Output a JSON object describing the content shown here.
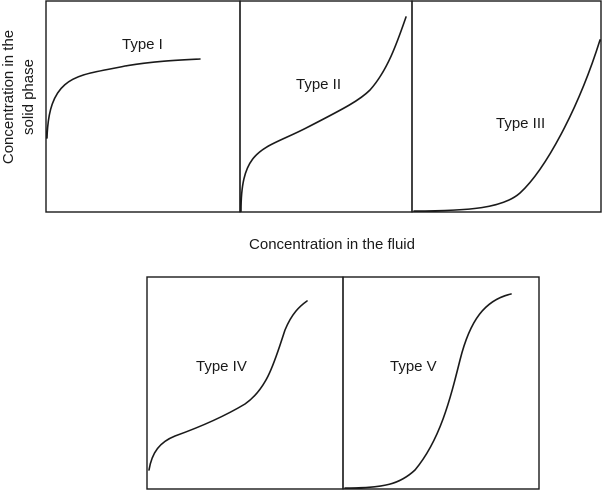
{
  "y_axis_label_line1": "Concentration in the",
  "y_axis_label_line2": "solid phase",
  "x_axis_label": "Concentration in the fluid",
  "panels": [
    {
      "label": "Type I"
    },
    {
      "label": "Type II"
    },
    {
      "label": "Type III"
    },
    {
      "label": "Type IV"
    },
    {
      "label": "Type V"
    }
  ]
}
